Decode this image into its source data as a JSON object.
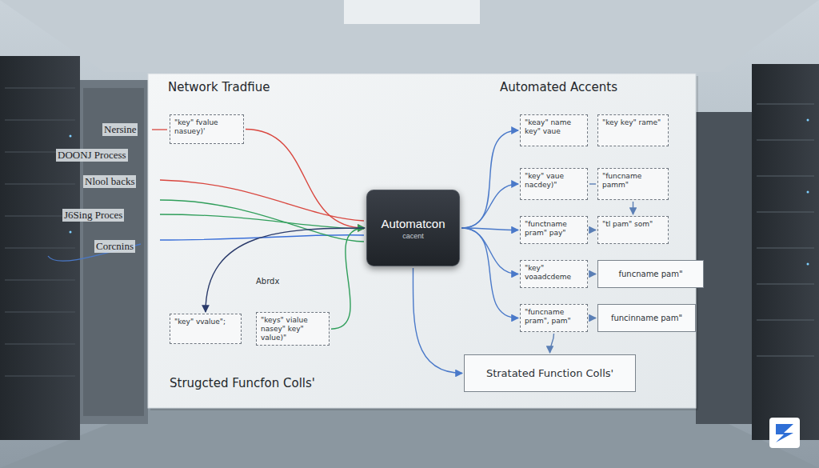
{
  "diagram": {
    "nodes": [
      {
        "text": [
          "\"key\" fvalue nasuey)'"
        ]
      },
      {
        "text": [
          "Automatcon",
          "cacent"
        ]
      },
      {
        "text": [
          "\"keay\" name key\" vaue"
        ]
      },
      {
        "text": [
          "\"key key\" rame\""
        ]
      },
      {
        "text": [
          "\"key\" vaue nacdey)\""
        ]
      },
      {
        "text": [
          "\"funcname pamm\""
        ]
      },
      {
        "text": [
          "\"functname pram\" pay\""
        ]
      },
      {
        "text": [
          "\"tl pam\" som\""
        ]
      },
      {
        "text": [
          "\"key\" voaadcdeme"
        ]
      },
      {
        "text": [
          "funcname pam\""
        ]
      },
      {
        "text": [
          "\"funcname pram\", pam\""
        ]
      },
      {
        "text": [
          "funcinname pam\""
        ]
      },
      {
        "text": [
          "\"key\" vvalue\";"
        ]
      },
      {
        "text": [
          "\"keys\" vialue nasey\" key\" value)\""
        ]
      },
      {
        "text": [
          "Stratated Function Colls'"
        ]
      }
    ],
    "edges": [
      {
        "from": 0,
        "to": 1,
        "arrow": "to"
      },
      {
        "from": 13,
        "to": 1,
        "arrow": "to"
      },
      {
        "from": 1,
        "to": 12,
        "arrow": "to"
      },
      {
        "from": 1,
        "to": 2,
        "arrow": "to"
      },
      {
        "from": 1,
        "to": 4,
        "arrow": "to"
      },
      {
        "from": 1,
        "to": 6,
        "arrow": "to"
      },
      {
        "from": 1,
        "to": 8,
        "arrow": "to"
      },
      {
        "from": 1,
        "to": 10,
        "arrow": "to"
      },
      {
        "from": 1,
        "to": 14,
        "arrow": "to"
      },
      {
        "from": 4,
        "to": 5,
        "arrow": "none"
      },
      {
        "from": 5,
        "to": 7,
        "arrow": "to"
      },
      {
        "from": 6,
        "to": 7,
        "arrow": "to"
      },
      {
        "from": 8,
        "to": 9,
        "arrow": "to"
      },
      {
        "from": 10,
        "to": 11,
        "arrow": "to"
      },
      {
        "from": 10,
        "to": 14,
        "arrow": "to"
      }
    ],
    "labels": [
      "Network Tradfiue",
      "Automated Accents",
      "Nersine",
      "DOONJ Process",
      "Nlool backs",
      "J6Sing Proces",
      "Corcnins",
      "Abrdx",
      "Strugcted Funcfon Colls'"
    ]
  }
}
